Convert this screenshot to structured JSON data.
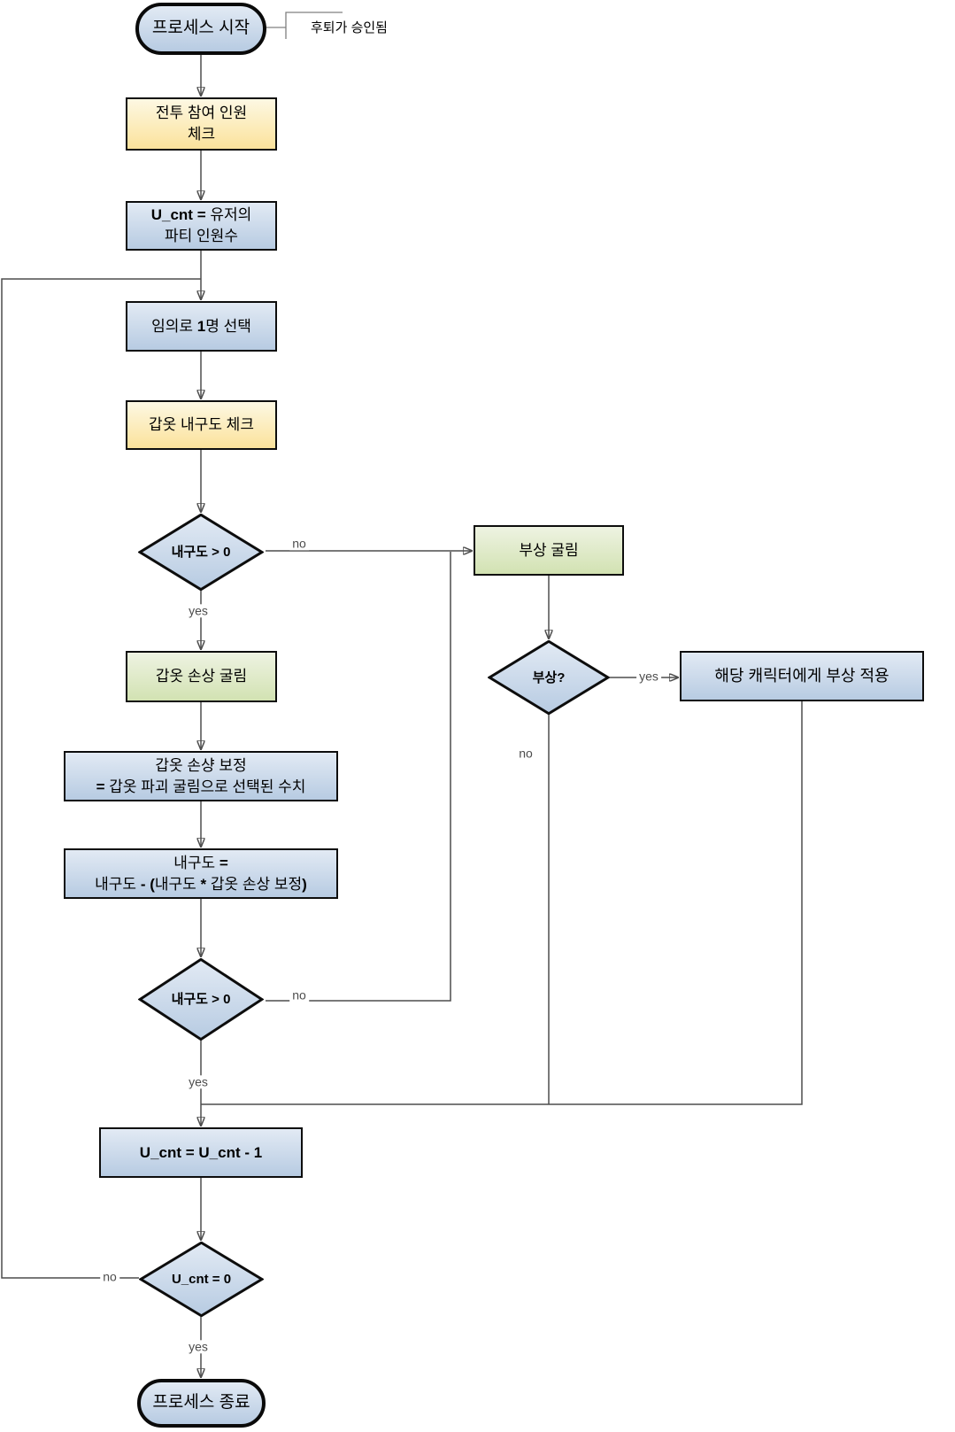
{
  "title": "armor-durability-process-flowchart",
  "colors": {
    "blue_top": "#e2eaf4",
    "blue_bottom": "#b7cbe2",
    "yellow_top": "#fdf8e3",
    "yellow_bottom": "#fbe29b",
    "green_top": "#eef3e2",
    "green_bottom": "#d2e2b2",
    "connector": "#4d4d4d",
    "arrowhead": "#111111",
    "node_border": "#0d0d0d"
  },
  "nodes": {
    "start": {
      "label": "프로세스 시작"
    },
    "note": {
      "text": "후퇴가 승인됨"
    },
    "battle_check": {
      "lines": [
        [
          {
            "t": "전투 참여 인원"
          }
        ],
        [
          {
            "t": "체크"
          }
        ]
      ]
    },
    "set_ucnt": {
      "lines": [
        [
          {
            "t": "U_cnt = ",
            "b": true
          },
          {
            "t": "유저의"
          }
        ],
        [
          {
            "t": "파티 인원수"
          }
        ]
      ]
    },
    "pick_one": {
      "lines": [
        [
          {
            "t": "임의로 "
          },
          {
            "t": "1",
            "b": true
          },
          {
            "t": "명 선택"
          }
        ]
      ]
    },
    "armor_check": {
      "lines": [
        [
          {
            "t": "갑옷 내구도 체크"
          }
        ]
      ]
    },
    "durability_gt0_1": {
      "label": "내구도 > 0"
    },
    "injury_roll": {
      "lines": [
        [
          {
            "t": "부상 굴림"
          }
        ]
      ]
    },
    "injury_q": {
      "label": "부상?"
    },
    "apply_injury": {
      "lines": [
        [
          {
            "t": "해당 캐릭터에게 부상 적용"
          }
        ]
      ]
    },
    "damage_roll": {
      "lines": [
        [
          {
            "t": "갑옷 손상 굴림"
          }
        ]
      ]
    },
    "damage_correction": {
      "lines": [
        [
          {
            "t": "갑옷 손샹 보정"
          }
        ],
        [
          {
            "t": "= ",
            "b": true
          },
          {
            "t": "갑옷 파괴 굴림으로 선택된 수치"
          }
        ]
      ]
    },
    "durability_calc": {
      "lines": [
        [
          {
            "t": "내구도 "
          },
          {
            "t": "=",
            "b": true
          }
        ],
        [
          {
            "t": "내구도 "
          },
          {
            "t": "- (",
            "b": true
          },
          {
            "t": "내구도 "
          },
          {
            "t": "* ",
            "b": true
          },
          {
            "t": "갑옷 손상 보정"
          },
          {
            "t": ")",
            "b": true
          }
        ]
      ]
    },
    "durability_gt0_2": {
      "label": "내구도 > 0"
    },
    "decrement": {
      "lines": [
        [
          {
            "t": "U_cnt = U_cnt - 1",
            "b": true
          }
        ]
      ]
    },
    "ucnt_zero": {
      "label": "U_cnt = 0"
    },
    "end": {
      "label": "프로세스 종료"
    }
  },
  "edge_labels": {
    "yes": "yes",
    "no": "no"
  }
}
